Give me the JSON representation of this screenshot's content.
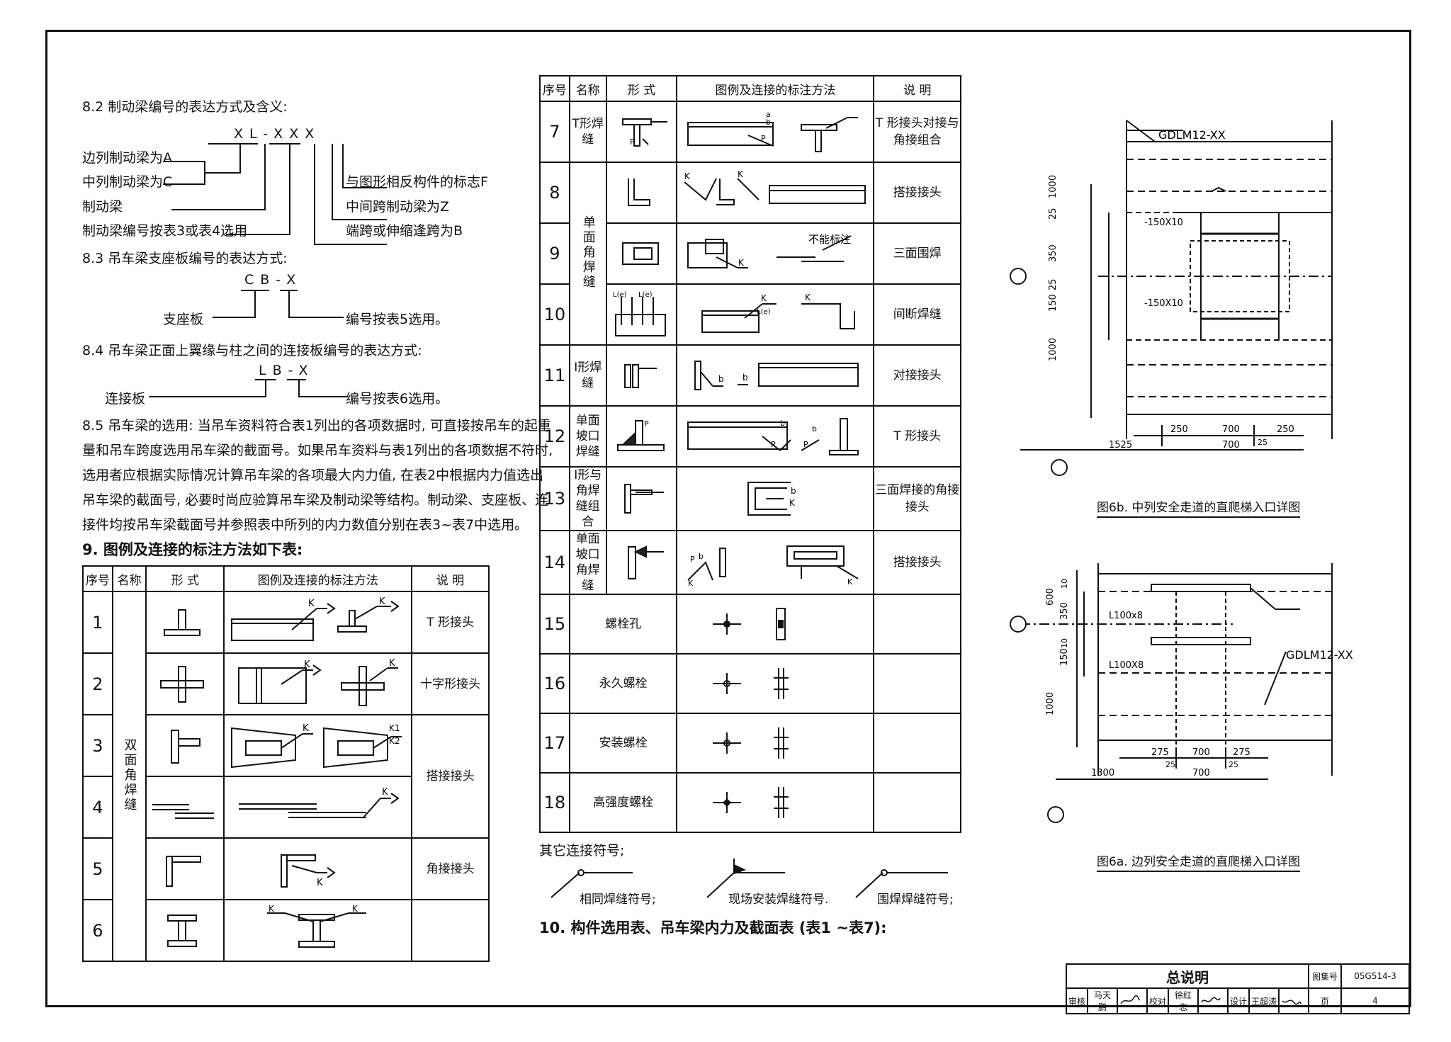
{
  "notes": {
    "s82_title": "8.2 制动梁编号的表达方式及含义:",
    "s82_code": "XL-XXX",
    "s82_left": [
      "边列制动梁为A",
      "中列制动梁为C",
      "制动梁",
      "制动梁编号按表3或表4选用"
    ],
    "s82_right": [
      "与图形相反构件的标志F",
      "中间跨制动梁为Z",
      "端跨或伸缩逢跨为B"
    ],
    "s83_title": "8.3 吊车梁支座板编号的表达方式:",
    "s83_code": "CB-X",
    "s83_left": "支座板",
    "s83_right": "编号按表5选用。",
    "s84_title": "8.4 吊车梁正面上翼缘与柱之间的连接板编号的表达方式:",
    "s84_code": "LB-X",
    "s84_left": "连接板",
    "s84_right": "编号按表6选用。",
    "s85_lines": [
      "8.5 吊车梁的选用: 当吊车资料符合表1列出的各项数据时, 可直接按吊车的起重",
      "量和吊车跨度选用吊车梁的截面号。如果吊车资料与表1列出的各项数据不符时,",
      "选用者应根据实际情况计算吊车梁的各项最大内力值, 在表2中根据内力值选出",
      "吊车梁的截面号, 必要时尚应验算吊车梁及制动梁等结构。制动梁、支座板、连",
      "接件均按吊车梁截面号并参照表中所列的内力数值分别在表3~表7中选用。"
    ],
    "s9_title": "9. 图例及连接的标注方法如下表:",
    "s10_title": "10. 构件选用表、吊车梁内力及截面表 (表1 ~表7):"
  },
  "table_headers": {
    "no": "序号",
    "name": "名称",
    "form": "形 式",
    "method": "图例及连接的标注方法",
    "desc": "说 明"
  },
  "table1": {
    "group_name": "双面角焊缝",
    "rows": [
      {
        "no": "1",
        "desc": "T 形接头"
      },
      {
        "no": "2",
        "desc": "十字形接头"
      },
      {
        "no": "3",
        "desc": ""
      },
      {
        "no": "4",
        "desc": ""
      },
      {
        "no": "5",
        "desc": "角接接头"
      },
      {
        "no": "6",
        "desc": ""
      }
    ],
    "merged_desc_3_4": "搭接接头",
    "labels": {
      "K": "K",
      "K1": "K1",
      "K2": "K2"
    }
  },
  "table2": {
    "rows": [
      {
        "no": "7",
        "name": "T形焊缝",
        "desc": "T 形接头对接与角接组合"
      },
      {
        "no": "8",
        "name": "",
        "desc": "搭接接头"
      },
      {
        "no": "9",
        "name": "",
        "desc": "三面围焊"
      },
      {
        "no": "10",
        "name": "",
        "desc": "间断焊缝"
      },
      {
        "no": "11",
        "name": "I形焊缝",
        "desc": "对接接头"
      },
      {
        "no": "12",
        "name": "单面坡口焊缝",
        "desc": "T 形接头"
      },
      {
        "no": "13",
        "name": "I形与角焊缝组合",
        "desc": "三面焊接的角接接头"
      },
      {
        "no": "14",
        "name": "单面坡口角焊缝",
        "desc": "搭接接头"
      },
      {
        "no": "15",
        "name": "螺栓孔",
        "desc": ""
      },
      {
        "no": "16",
        "name": "永久螺栓",
        "desc": ""
      },
      {
        "no": "17",
        "name": "安装螺栓",
        "desc": ""
      },
      {
        "no": "18",
        "name": "高强度螺栓",
        "desc": ""
      }
    ],
    "group_8_10": "单面角焊缝",
    "no_mark": "不能标注",
    "le_label": "L(e)"
  },
  "other_symbols": {
    "title": "其它连接符号;",
    "items": [
      "相同焊缝符号;",
      "现场安装焊缝符号.",
      "围焊焊缝符号;"
    ]
  },
  "fig6b": {
    "caption": "图6b. 中列安全走道的直爬梯入口详图",
    "beam": "GDLM12-XX",
    "plate": "-150X10",
    "dims_v": [
      "1000",
      "25",
      "350",
      "25",
      "150",
      "1000"
    ],
    "dims_h": [
      "250",
      "700",
      "250",
      "25",
      "700",
      "1525"
    ]
  },
  "fig6a": {
    "caption": "图6a. 边列安全走道的直爬梯入口详图",
    "beam": "GDLM12-XX",
    "angle": "L100x8",
    "angle2": "L100X8",
    "dims_v": [
      "600",
      "10",
      "350",
      "10",
      "150",
      "1000"
    ],
    "dims_h": [
      "275",
      "700",
      "275",
      "25",
      "25",
      "700",
      "1300"
    ]
  },
  "title_block": {
    "title": "总说明",
    "atlas_label": "图集号",
    "atlas_no": "05G514-3",
    "review_label": "审核",
    "reviewer": "马天鹏",
    "check_label": "校对",
    "checker": "徐红志",
    "design_label": "设计",
    "designer": "王超涛",
    "page_label": "页",
    "page": "4"
  }
}
